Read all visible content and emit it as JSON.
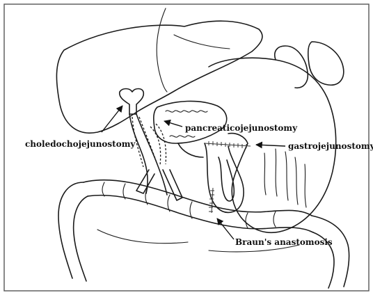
{
  "labels": {
    "choledochojejunostomy": "choledochojejunostomy",
    "pancreaticojejunostomy": "pancreaticojejunostomy",
    "gastrojejunostomy": "gastrojejunostomy",
    "braun": "Braun's anastomosis"
  },
  "colors": {
    "line": "#1a1a1a",
    "frame": "#555555",
    "background": "#ffffff"
  }
}
